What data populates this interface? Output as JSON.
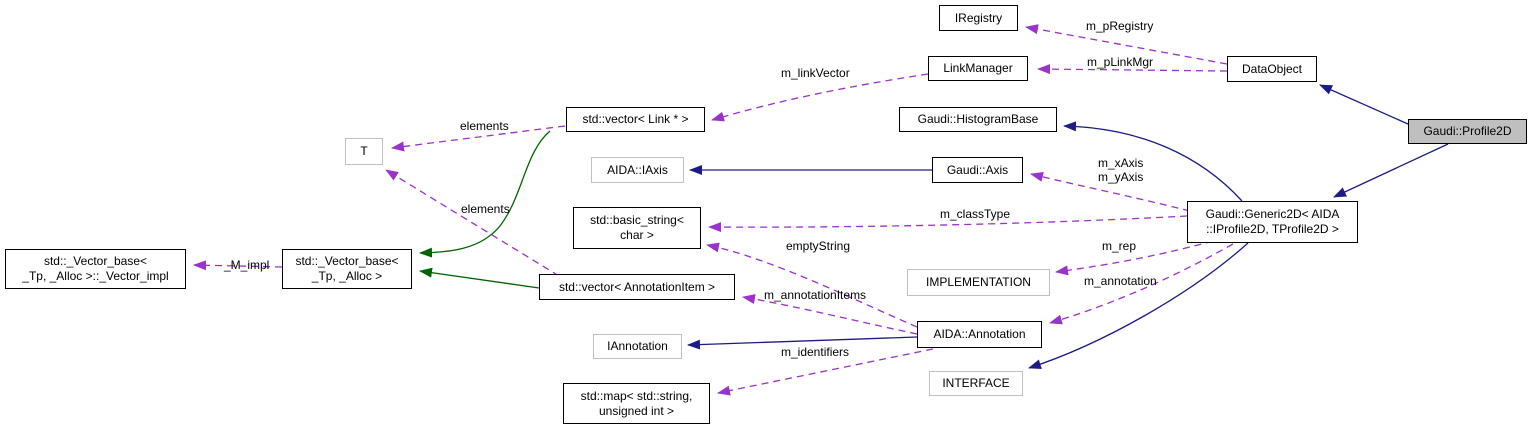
{
  "diagram": {
    "kind": "doxygen-collaboration-graph",
    "colors": {
      "inheritance": "#1c1c86",
      "usage": "#9a32cd",
      "template": "#006400",
      "node_border": "#000000",
      "external_border": "#c0c0c0",
      "current_node_fill": "#bfbfbf"
    },
    "nodes": {
      "iregistry": {
        "label": "IRegistry"
      },
      "linkmanager": {
        "label": "LinkManager"
      },
      "dataobject": {
        "label": "DataObject"
      },
      "profile2d": {
        "label": "Gaudi::Profile2D"
      },
      "histogrambase": {
        "label": "Gaudi::HistogramBase"
      },
      "vector_link": {
        "label": "std::vector< Link * >"
      },
      "iaxis": {
        "label": "AIDA::IAxis"
      },
      "gaudi_axis": {
        "label": "Gaudi::Axis"
      },
      "t": {
        "label": "T"
      },
      "basic_string": {
        "label": "std::basic_string<\nchar >"
      },
      "generic2d": {
        "label": "Gaudi::Generic2D< AIDA\n::IProfile2D, TProfile2D >"
      },
      "implementation": {
        "label": "IMPLEMENTATION"
      },
      "vector_base_impl": {
        "label": "std::_Vector_base<\n_Tp, _Alloc >::_Vector_impl"
      },
      "vector_base": {
        "label": "std::_Vector_base<\n_Tp, _Alloc >"
      },
      "vector_annotation": {
        "label": "std::vector< AnnotationItem >"
      },
      "annotation": {
        "label": "AIDA::Annotation"
      },
      "iannotation": {
        "label": "IAnnotation"
      },
      "interface": {
        "label": "INTERFACE"
      },
      "map_string_uint": {
        "label": "std::map< std::string,\nunsigned int >"
      }
    },
    "edges": {
      "m_pRegistry": {
        "from": "DataObject",
        "to": "IRegistry",
        "label": "m_pRegistry",
        "type": "usage"
      },
      "m_pLinkMgr": {
        "from": "DataObject",
        "to": "LinkManager",
        "label": "m_pLinkMgr",
        "type": "usage"
      },
      "m_linkVector": {
        "from": "LinkManager",
        "to": "std::vector< Link * >",
        "label": "m_linkVector",
        "type": "usage"
      },
      "elements_link": {
        "from": "std::vector< Link * >",
        "to": "T",
        "label": "elements",
        "type": "usage"
      },
      "elements_annotation": {
        "from": "std::vector< AnnotationItem >",
        "to": "T",
        "label": "elements",
        "type": "usage"
      },
      "M_impl": {
        "from": "std::_Vector_base< _Tp, _Alloc >",
        "to": "std::_Vector_base< _Tp, _Alloc >::_Vector_impl",
        "label": "_M_impl",
        "type": "usage"
      },
      "m_axes": {
        "from": "Gaudi::Generic2D< AIDA::IProfile2D, TProfile2D >",
        "to": "Gaudi::Axis",
        "label": "m_xAxis\nm_yAxis",
        "type": "usage"
      },
      "m_classType": {
        "from": "Gaudi::Generic2D< AIDA::IProfile2D, TProfile2D >",
        "to": "std::basic_string< char >",
        "label": "m_classType",
        "type": "usage"
      },
      "m_rep": {
        "from": "Gaudi::Generic2D< AIDA::IProfile2D, TProfile2D >",
        "to": "IMPLEMENTATION",
        "label": "m_rep",
        "type": "usage"
      },
      "m_annotation": {
        "from": "Gaudi::Generic2D< AIDA::IProfile2D, TProfile2D >",
        "to": "AIDA::Annotation",
        "label": "m_annotation",
        "type": "usage"
      },
      "emptyString": {
        "from": "AIDA::Annotation",
        "to": "std::basic_string< char >",
        "label": "emptyString",
        "type": "usage"
      },
      "m_annotationItems": {
        "from": "AIDA::Annotation",
        "to": "std::vector< AnnotationItem >",
        "label": "m_annotationItems",
        "type": "usage"
      },
      "m_identifiers": {
        "from": "AIDA::Annotation",
        "to": "std::map< std::string, unsigned int >",
        "label": "m_identifiers",
        "type": "usage"
      },
      "inh_profile_dataobject": {
        "from": "Gaudi::Profile2D",
        "to": "DataObject",
        "type": "inheritance"
      },
      "inh_profile_generic2d": {
        "from": "Gaudi::Profile2D",
        "to": "Gaudi::Generic2D< AIDA::IProfile2D, TProfile2D >",
        "type": "inheritance"
      },
      "inh_generic_histogrambase": {
        "from": "Gaudi::Generic2D< AIDA::IProfile2D, TProfile2D >",
        "to": "Gaudi::HistogramBase",
        "type": "inheritance"
      },
      "inh_generic_interface": {
        "from": "Gaudi::Generic2D< AIDA::IProfile2D, TProfile2D >",
        "to": "INTERFACE",
        "type": "inheritance"
      },
      "inh_axis_iaxis": {
        "from": "Gaudi::Axis",
        "to": "AIDA::IAxis",
        "type": "inheritance"
      },
      "inh_annotation_iannotation": {
        "from": "AIDA::Annotation",
        "to": "IAnnotation",
        "type": "inheritance"
      },
      "tpl_vector_link_base": {
        "from": "std::vector< Link * >",
        "to": "std::_Vector_base< _Tp, _Alloc >",
        "type": "template"
      },
      "tpl_vector_annotation_base": {
        "from": "std::vector< AnnotationItem >",
        "to": "std::_Vector_base< _Tp, _Alloc >",
        "type": "template"
      }
    }
  }
}
